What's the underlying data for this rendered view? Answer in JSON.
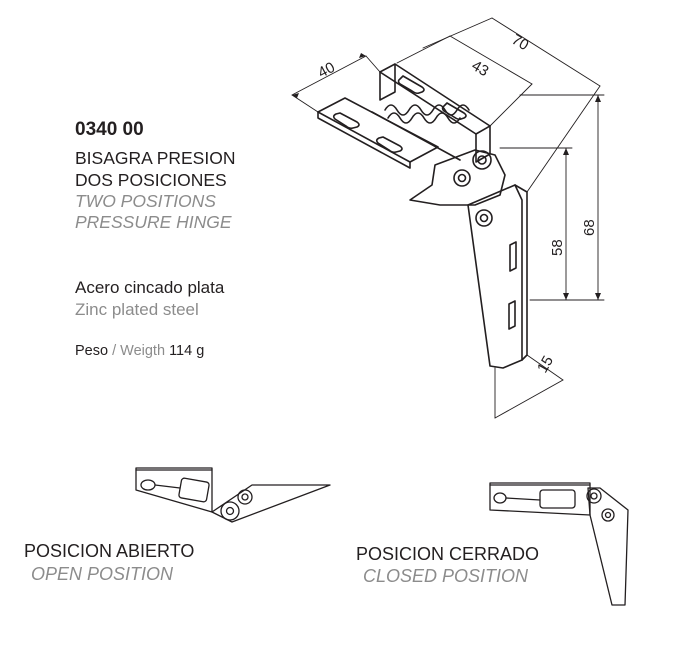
{
  "product": {
    "code": "0340 00",
    "name_es": [
      "BISAGRA PRESION",
      "DOS POSICIONES"
    ],
    "name_en": [
      "TWO POSITIONS",
      "PRESSURE HINGE"
    ],
    "material_es": "Acero cincado plata",
    "material_en": "Zinc plated steel",
    "weight_label_es": "Peso",
    "weight_sep": "/",
    "weight_label_en": "Weigth",
    "weight_value": "114 g"
  },
  "dimensions": {
    "width_total": "70",
    "width_inner": "43",
    "depth": "40",
    "height_total": "68",
    "height_inner": "58",
    "bottom": "15"
  },
  "positions": {
    "open_es": "POSICION ABIERTO",
    "open_en": "OPEN POSITION",
    "closed_es": "POSICION CERRADO",
    "closed_en": "CLOSED POSITION"
  }
}
